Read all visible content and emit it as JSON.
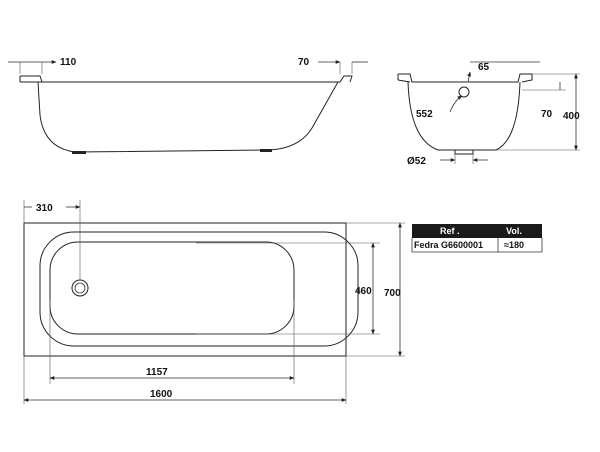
{
  "dimensions": {
    "top_left_rim": "110",
    "top_right_rim": "70",
    "side_rim_top": "65",
    "side_rim_right": "70",
    "side_height": "400",
    "side_radius": "552",
    "drain_diameter": "Ø52",
    "plan_drain_offset": "310",
    "plan_inner_width": "460",
    "plan_width": "700",
    "plan_inner_length": "1157",
    "plan_length": "1600"
  },
  "spec_table": {
    "headers": [
      "Ref .",
      "Vol."
    ],
    "rows": [
      [
        "Fedra G6600001",
        "≈180"
      ]
    ],
    "header_bg": "#1a1a1a",
    "header_fg": "#ffffff"
  }
}
